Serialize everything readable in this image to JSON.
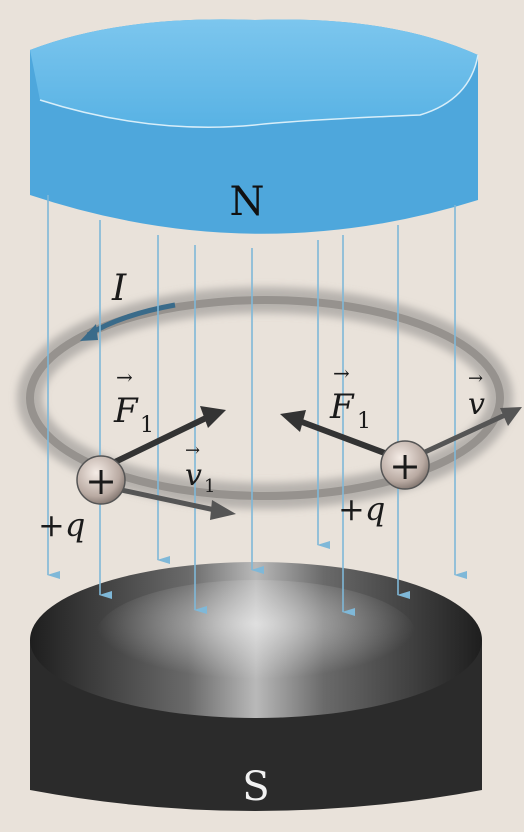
{
  "magnet": {
    "north_label": "N",
    "south_label": "S",
    "north_color": "#5ab4e6",
    "south_color": "#2b2b2b"
  },
  "current_label": "I",
  "charges": {
    "left": {
      "sign": "+",
      "charge_label": "+q",
      "force_label": "F",
      "force_sub": "1",
      "velocity_label": "v",
      "velocity_sub": "1"
    },
    "right": {
      "sign": "+",
      "charge_label": "+q",
      "force_label": "F",
      "force_sub": "1",
      "velocity_label": "v"
    }
  },
  "colors": {
    "field_line": "#7fb8d8",
    "arrow": "#3a3a3a",
    "ring": "#8d8a88",
    "background": "#e9e2da"
  },
  "icons": {
    "field_arrow": "arrow-down-icon",
    "force_arrow": "arrow-icon",
    "charge": "plus-sphere-icon"
  }
}
